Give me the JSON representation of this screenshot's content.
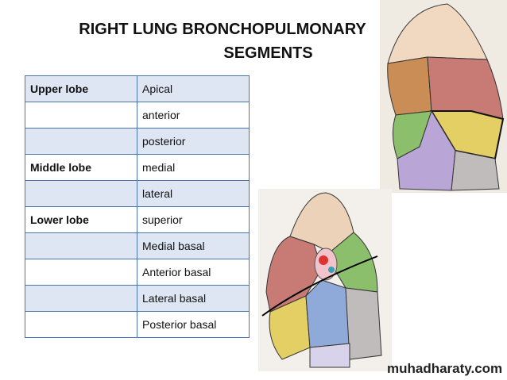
{
  "title": {
    "line1": "RIGHT LUNG BRONCHOPULMONARY",
    "line2": "SEGMENTS"
  },
  "table": {
    "rows": [
      {
        "lobe": "Upper lobe",
        "segment": "Apical"
      },
      {
        "lobe": "",
        "segment": "anterior"
      },
      {
        "lobe": "",
        "segment": "posterior"
      },
      {
        "lobe": "Middle lobe",
        "segment": "medial"
      },
      {
        "lobe": "",
        "segment": "lateral"
      },
      {
        "lobe": "Lower lobe",
        "segment": "superior"
      },
      {
        "lobe": "",
        "segment": "Medial basal"
      },
      {
        "lobe": "",
        "segment": "Anterior basal"
      },
      {
        "lobe": "",
        "segment": "Lateral basal"
      },
      {
        "lobe": "",
        "segment": "Posterior basal"
      }
    ]
  },
  "watermark": "muhadharaty.com"
}
